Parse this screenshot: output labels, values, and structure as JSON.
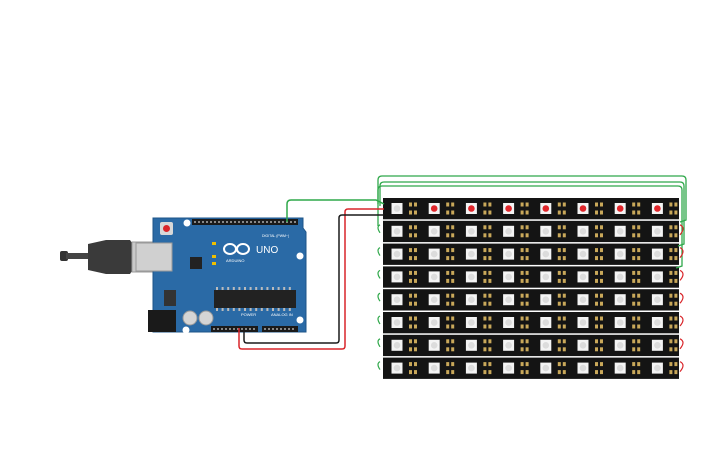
{
  "workspace": {
    "background": "#ffffff"
  },
  "arduino": {
    "logo_text": "ARDUINO",
    "model_text": "UNO",
    "digital_label": "DIGITAL (PWM~)",
    "power_label": "POWER",
    "analog_label": "ANALOG IN",
    "board_color": "#2a6aa6",
    "header_color": "#1a1a1a",
    "chip_color": "#222222"
  },
  "usb_cable": {
    "icon": "usb-plug-icon",
    "color": "#555555"
  },
  "wires": [
    {
      "name": "data-wire",
      "color": "#2fa84a"
    },
    {
      "name": "power-5v-wire",
      "color": "#d9252a"
    },
    {
      "name": "ground-wire",
      "color": "#1a1a1a"
    }
  ],
  "led_matrix": {
    "rows": 8,
    "columns": 8,
    "strip_color": "#141414",
    "led_off_color": "#e8e8e8",
    "led_on_color": "#e0262b",
    "lit_leds": [
      {
        "row": 0,
        "col": 1
      },
      {
        "row": 0,
        "col": 2
      },
      {
        "row": 0,
        "col": 3
      },
      {
        "row": 0,
        "col": 4
      },
      {
        "row": 0,
        "col": 5
      },
      {
        "row": 0,
        "col": 6
      },
      {
        "row": 0,
        "col": 7
      }
    ]
  }
}
